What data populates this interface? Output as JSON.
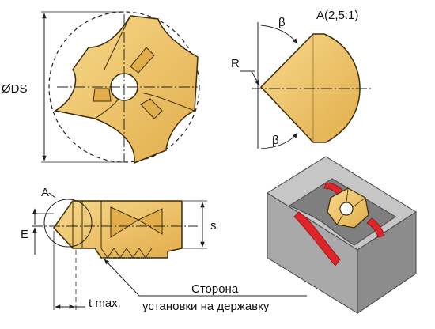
{
  "labels": {
    "diameter": "ØDS",
    "detail_view": "A(2,5:1)",
    "radius": "R",
    "angle_top": "β",
    "angle_bottom": "β",
    "detail_marker": "A",
    "e_dim": "E",
    "s_dim": "s",
    "t_max": "t max.",
    "side_line1": "Сторона",
    "side_line2": "установки на державку"
  },
  "colors": {
    "insert_fill": "#f3c96b",
    "insert_shade": "#d9a440",
    "insert_outline": "#3a2c10",
    "block_fill": "#a9a9a9",
    "block_dark": "#7f7f7f",
    "red_accent": "#e0252a",
    "line": "#222222"
  }
}
